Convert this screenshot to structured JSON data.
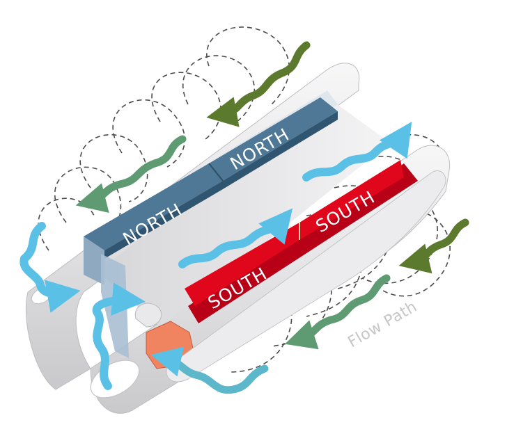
{
  "diagram": {
    "labels": {
      "north_1": "NORTH",
      "north_2": "NORTH",
      "south_1": "SOUTH",
      "south_2": "SOUTH",
      "flow_path": "Flow Path"
    },
    "colors": {
      "north_face": "#4f7896",
      "north_side": "#a9bfd3",
      "south_face": "#e0061b",
      "south_side": "#b80016",
      "pipe": "#e7e7e9",
      "core_end": "#f08460",
      "arrow_incoming": "#5c7a2e",
      "arrow_field": "#5f9b72",
      "arrow_outgoing": "#5bc0e6",
      "field_lines": "#4a4a4a"
    },
    "icons": {
      "incoming_arrow": "wavy-arrow-dark-green",
      "field_arrow": "wavy-arrow-teal-green",
      "outgoing_arrow": "wavy-arrow-light-blue"
    }
  }
}
